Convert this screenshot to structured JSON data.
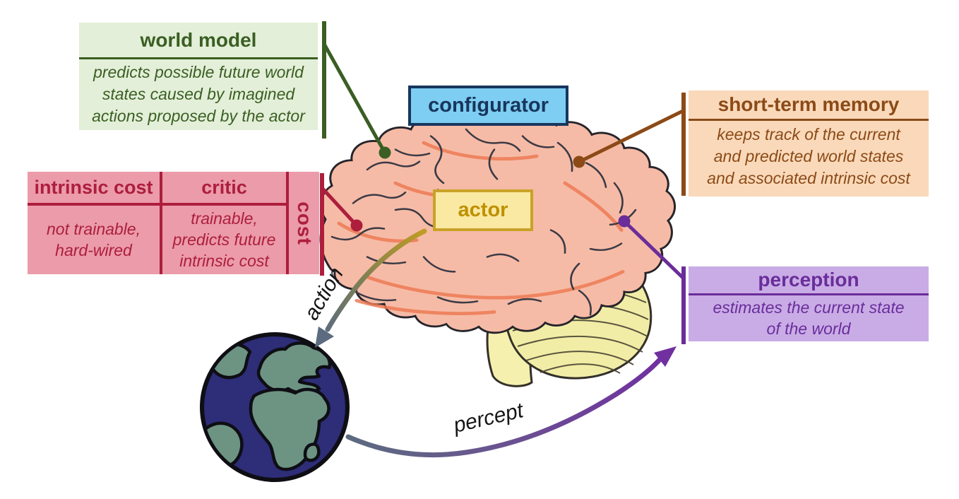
{
  "boxes": {
    "world_model": {
      "title": "world model",
      "description": "predicts possible future world\nstates caused by imagined\nactions proposed by the actor",
      "background": "#e3efd8",
      "color": "#3a5e23"
    },
    "cost": {
      "side_label": "cost",
      "background": "#eb9ba9",
      "color": "#ad1e3d",
      "columns": [
        {
          "title": "intrinsic cost",
          "description": "not trainable,\nhard-wired"
        },
        {
          "title": "critic",
          "description": "trainable,\npredicts future\nintrinsic cost"
        }
      ]
    },
    "configurator": {
      "title": "configurator",
      "background": "#7ecdf2",
      "color": "#17365d"
    },
    "actor": {
      "title": "actor",
      "background": "#fae9a2",
      "color": "#bf9000"
    },
    "short_term_memory": {
      "title": "short-term memory",
      "description": "keeps track of the current\nand predicted world states\nand associated intrinsic cost",
      "background": "#f9d9ba",
      "color": "#8c4a17"
    },
    "perception": {
      "title": "perception",
      "description": "estimates the current state\nof the world",
      "background": "#c9ace6",
      "color": "#6a2d9a"
    }
  },
  "arrows": {
    "action": {
      "label": "action",
      "gradient_from": "#c09c23",
      "gradient_to": "#5c6b80"
    },
    "percept": {
      "label": "percept",
      "gradient_from": "#5c6b80",
      "gradient_to": "#7030a0"
    }
  },
  "illustrations": {
    "brain": "human-brain-side-view",
    "earth": "earth-globe-europe-africa"
  }
}
